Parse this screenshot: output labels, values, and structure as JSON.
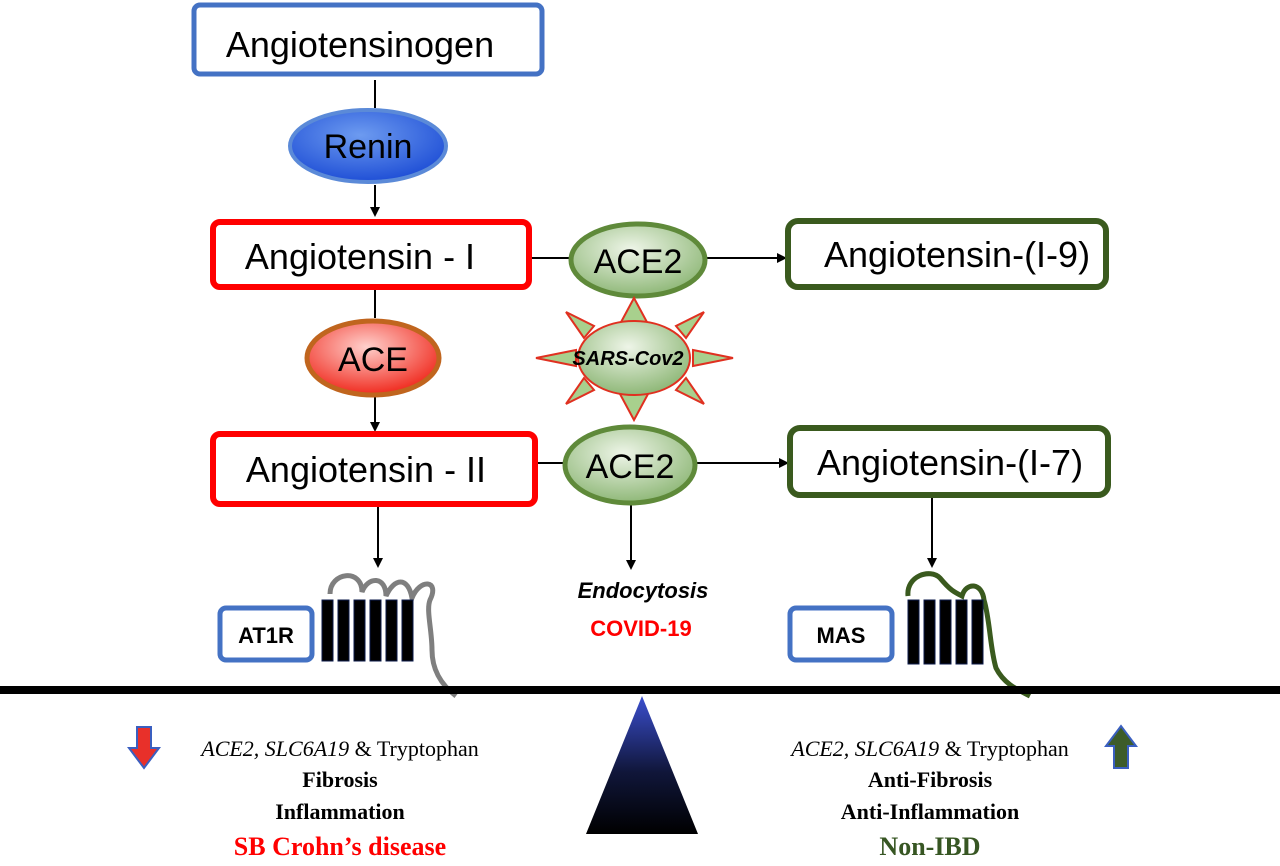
{
  "nodes": {
    "angiotensinogen": "Angiotensinogen",
    "renin": "Renin",
    "angiotensin_i": "Angiotensin - I",
    "ace2_top": "ACE2",
    "angiotensin_1_9": "Angiotensin-(I-9)",
    "ace": "ACE",
    "sars_cov2": "SARS-Cov2",
    "angiotensin_ii": "Angiotensin - II",
    "ace2_bottom": "ACE2",
    "angiotensin_1_7": "Angiotensin-(I-7)",
    "at1r": "AT1R",
    "mas": "MAS",
    "endocytosis": "Endocytosis",
    "covid19": "COVID-19"
  },
  "left_panel": {
    "genes": "ACE2, SLC6A19",
    "tryptophan": " & Tryptophan",
    "effect1": "Fibrosis",
    "effect2": "Inflammation",
    "condition": "SB Crohn’s disease"
  },
  "right_panel": {
    "genes": "ACE2, SLC6A19",
    "tryptophan": " & Tryptophan",
    "effect1": "Anti-Fibrosis",
    "effect2": "Anti-Inflammation",
    "condition": "Non-IBD"
  },
  "colors": {
    "blue_box": "#4472c4",
    "red_box": "#ff0000",
    "green_box": "#3a5a1e",
    "red_text": "#ff0000",
    "green_text": "#375623",
    "arrow_down": "#e8302a",
    "arrow_up": "#3d5c2a"
  }
}
